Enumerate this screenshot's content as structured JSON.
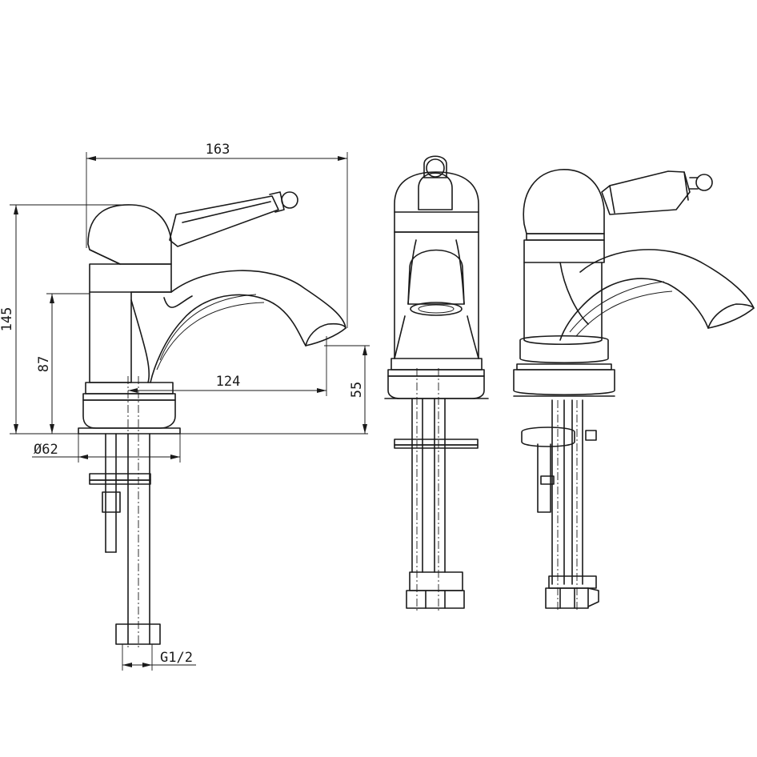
{
  "dimensions": {
    "overall_width": "163",
    "overall_height": "145",
    "body_height": "87",
    "spout_reach": "124",
    "spout_clearance": "55",
    "base_diameter": "Ø62",
    "thread": "G1/2"
  },
  "views": [
    "side-view",
    "front-view",
    "perspective-view"
  ]
}
